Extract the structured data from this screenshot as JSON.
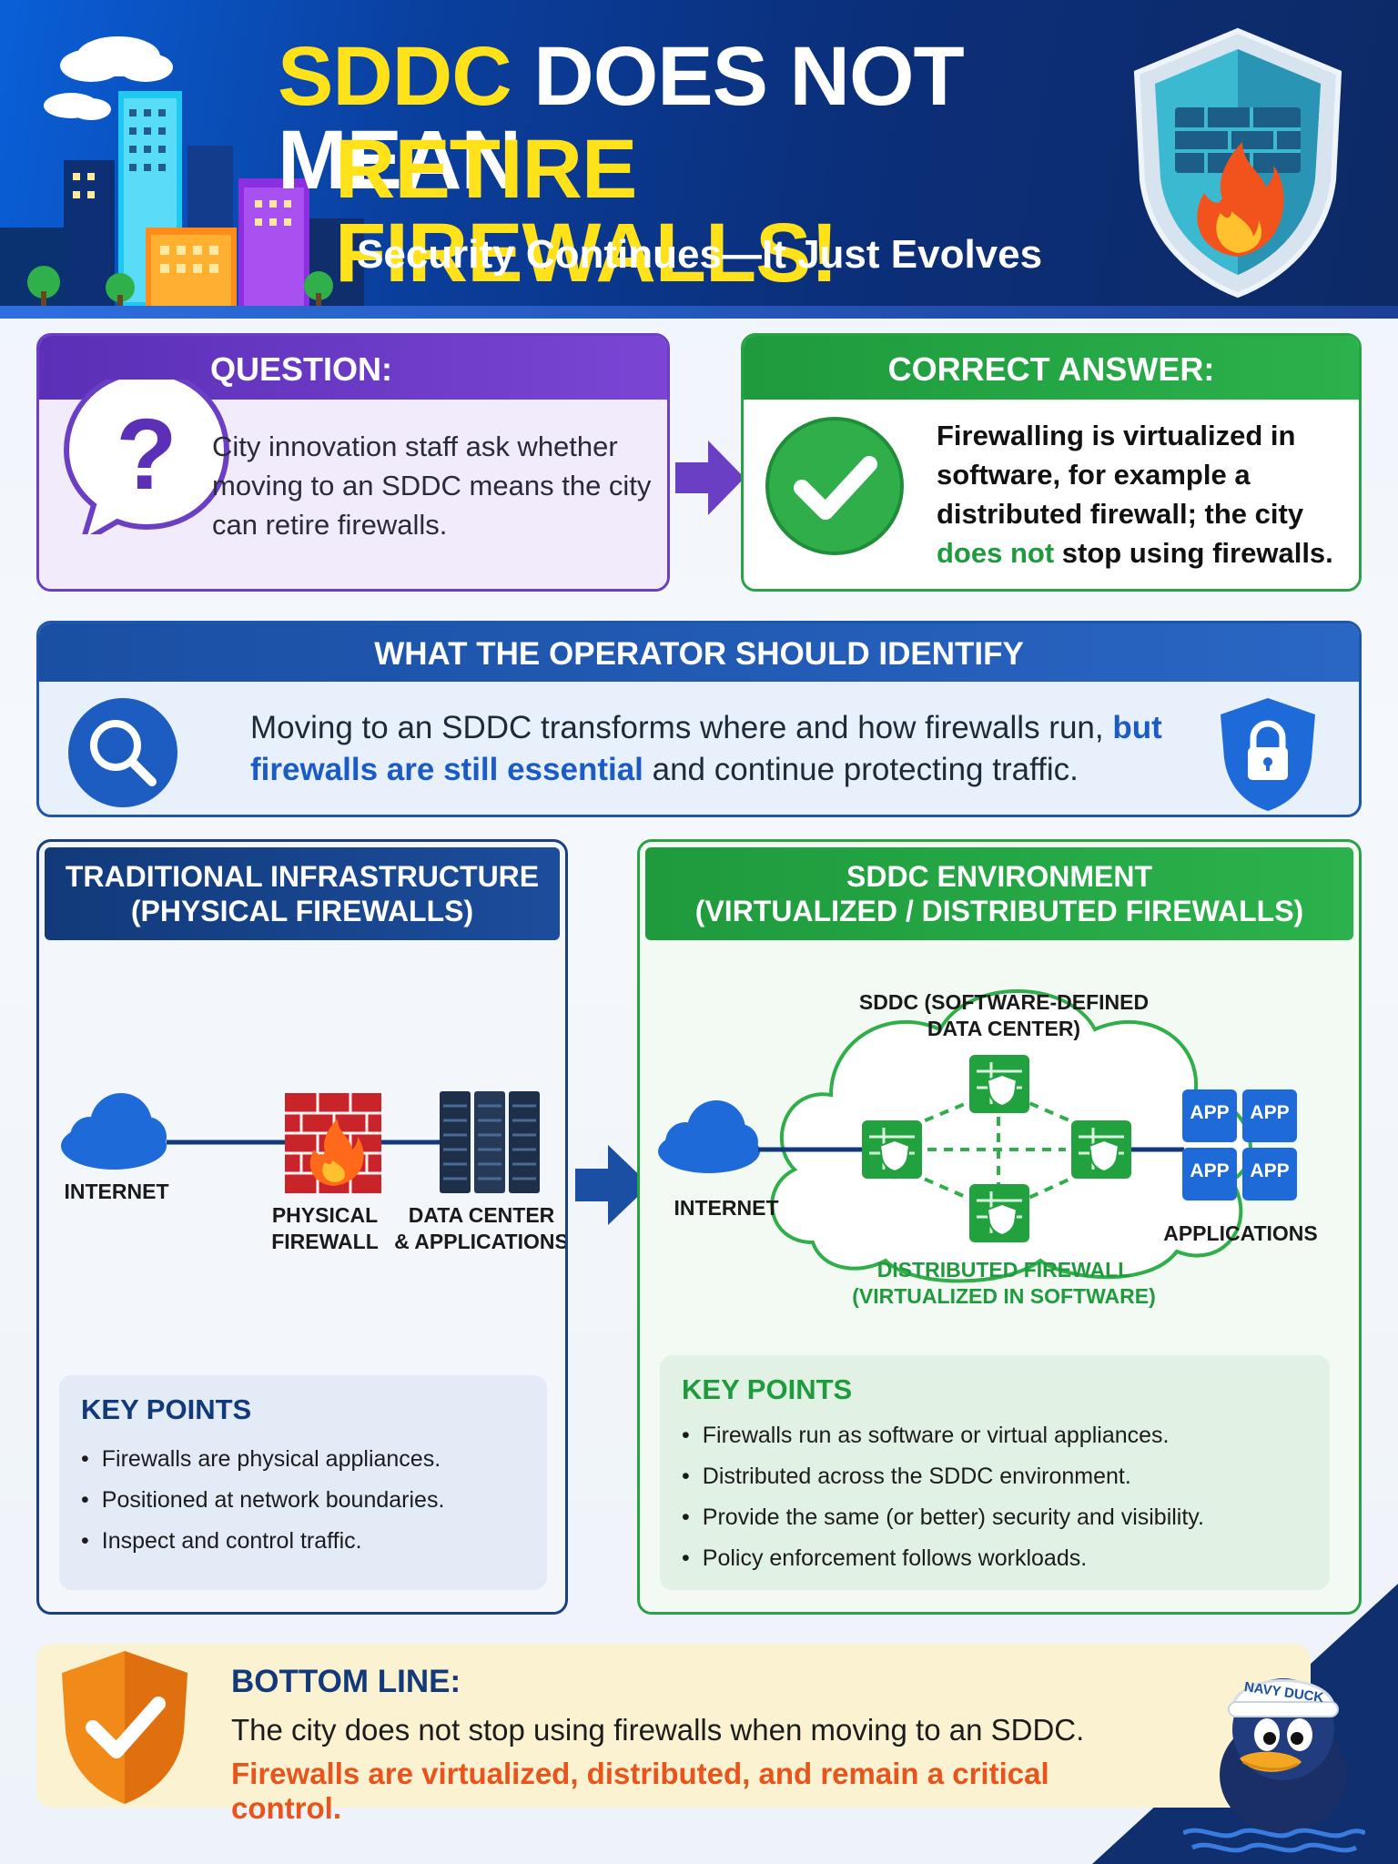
{
  "header": {
    "title_part1": "SDDC",
    "title_part2": " DOES NOT MEAN",
    "title_line2": "RETIRE FIREWALLS!",
    "subtitle": "Security Continues—It Just Evolves"
  },
  "question": {
    "label": "QUESTION:",
    "text": "City innovation staff ask whether moving to an SDDC means the city can retire firewalls."
  },
  "answer": {
    "label": "CORRECT ANSWER:",
    "text_before": "Firewalling is virtualized in software, for example a distributed firewall; the city ",
    "text_highlight": "does not",
    "text_after": " stop using firewalls."
  },
  "operator": {
    "label": "WHAT THE OPERATOR SHOULD IDENTIFY",
    "text_before": "Moving to an SDDC transforms where and how firewalls run, ",
    "text_highlight": "but firewalls are still essential",
    "text_after": " and continue protecting traffic."
  },
  "traditional": {
    "header_line1": "TRADITIONAL INFRASTRUCTURE",
    "header_line2": "(PHYSICAL FIREWALLS)",
    "internet_label": "INTERNET",
    "firewall_label_line1": "PHYSICAL",
    "firewall_label_line2": "FIREWALL",
    "datacenter_label_line1": "DATA CENTER",
    "datacenter_label_line2": "& APPLICATIONS",
    "key_points_title": "KEY POINTS",
    "key_points": [
      "Firewalls are physical appliances.",
      "Positioned at network boundaries.",
      "Inspect and control traffic."
    ]
  },
  "sddc": {
    "header_line1": "SDDC ENVIRONMENT",
    "header_line2": "(VIRTUALIZED / DISTRIBUTED FIREWALLS)",
    "cloud_label_line1": "SDDC (SOFTWARE-DEFINED",
    "cloud_label_line2": "DATA CENTER)",
    "internet_label": "INTERNET",
    "app_label": "APP",
    "applications_label": "APPLICATIONS",
    "dfw_label_line1": "DISTRIBUTED FIREWALL",
    "dfw_label_line2": "(VIRTUALIZED IN SOFTWARE)",
    "key_points_title": "KEY POINTS",
    "key_points": [
      "Firewalls run as software or virtual appliances.",
      "Distributed across the SDDC environment.",
      "Provide the same (or better) security and visibility.",
      "Policy enforcement follows workloads."
    ]
  },
  "bottom_line": {
    "label": "BOTTOM LINE:",
    "text1": "The city does not stop using firewalls when moving to an SDDC.",
    "text2": "Firewalls are virtualized, distributed, and remain a critical control."
  },
  "mascot": {
    "hat_text": "NAVY DUCK"
  },
  "colors": {
    "purple": "#6b3fc4",
    "green": "#29a245",
    "navy": "#123a7a",
    "blue": "#1a5cc4",
    "yellow": "#ffe21a",
    "orange": "#e8541c"
  },
  "icons": {
    "header_logo": "firewall-shield-icon",
    "question": "question-bubble-icon",
    "answer": "check-circle-icon",
    "operator": "magnifier-icon",
    "operator_right": "lock-shield-icon",
    "bottom": "check-shield-icon"
  }
}
